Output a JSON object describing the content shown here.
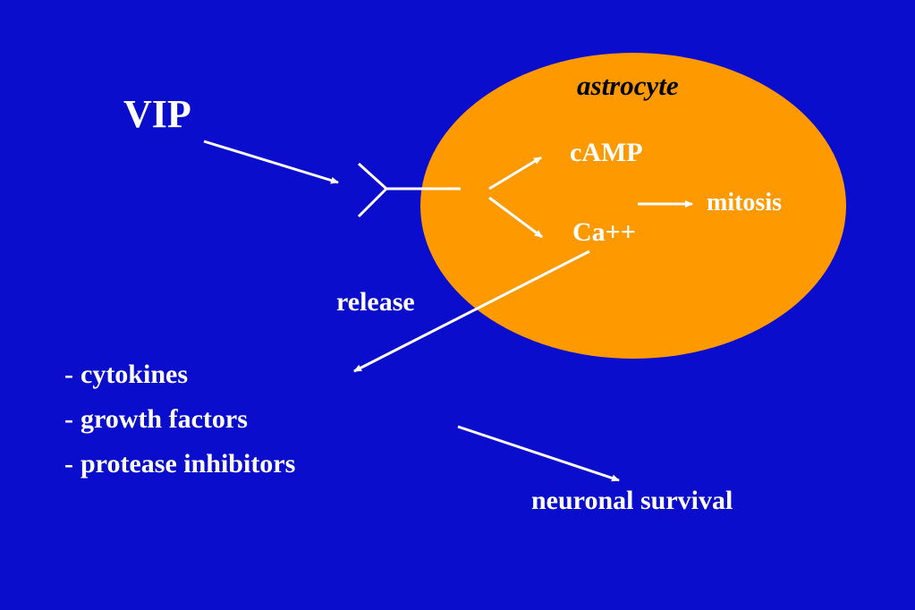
{
  "colors": {
    "background": "#0b0dcc",
    "cell_fill": "#ff9900",
    "text": "#ffffff",
    "cell_label": "#000000",
    "arrow": "#ffffff"
  },
  "diagram": {
    "ligand": "VIP",
    "cell": "astrocyte",
    "messenger_1": "cAMP",
    "messenger_2": "Ca++",
    "effect": "mitosis",
    "release_label": "release",
    "released_factors": [
      "cytokines",
      "growth factors",
      "protease inhibitors"
    ],
    "list_marker": "-",
    "outcome": "neuronal survival"
  },
  "icons": {
    "receptor": "receptor-y-icon"
  }
}
